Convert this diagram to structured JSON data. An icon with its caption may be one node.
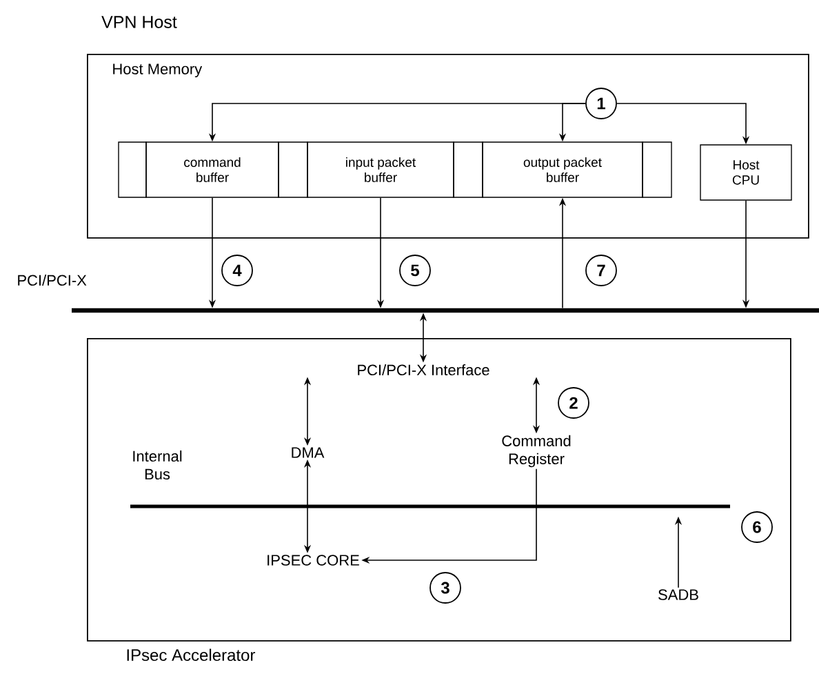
{
  "diagram": {
    "nodes": [
      {
        "text": [
          "Host Memory"
        ]
      },
      {
        "text": [],
        "shape": "box",
        "in": 0
      },
      {
        "text": [
          "command buffer"
        ],
        "in": 0
      },
      {
        "text": [],
        "shape": "box",
        "in": 0
      },
      {
        "text": [
          "input packet buffer"
        ],
        "in": 0
      },
      {
        "text": [],
        "shape": "box",
        "in": 0
      },
      {
        "text": [
          "output packet buffer"
        ],
        "in": 0
      },
      {
        "text": [],
        "shape": "box",
        "in": 0
      },
      {
        "text": [
          "Host CPU"
        ],
        "in": 0
      },
      {
        "text": [
          "1"
        ],
        "in": 0
      },
      {
        "text": [
          "PCI/PCI-X"
        ]
      },
      {
        "text": [
          "IPsec Accelerator"
        ]
      },
      {
        "text": [
          "PCI/PCI-X Interface"
        ],
        "in": 11
      },
      {
        "text": [
          "DMA"
        ],
        "in": 11
      },
      {
        "text": [
          "Command Register"
        ],
        "in": 11
      },
      {
        "text": [
          "Internal Bus"
        ],
        "in": 11
      },
      {
        "text": [
          "IPSEC CORE"
        ],
        "in": 11
      },
      {
        "text": [
          "SADB"
        ],
        "in": 11
      }
    ],
    "edges": [
      {
        "from": 9,
        "to": 2,
        "arrow": "to"
      },
      {
        "from": 9,
        "to": 6,
        "arrow": "to"
      },
      {
        "from": 9,
        "to": 8,
        "arrow": "to"
      },
      {
        "from": 2,
        "to": 10,
        "arrow": "to",
        "label": "4"
      },
      {
        "from": 4,
        "to": 10,
        "arrow": "to",
        "label": "5"
      },
      {
        "from": 10,
        "to": 6,
        "arrow": "to",
        "label": "7"
      },
      {
        "from": 8,
        "to": 10,
        "arrow": "to"
      },
      {
        "from": 10,
        "to": 12,
        "arrow": "both"
      },
      {
        "from": 12,
        "to": 13,
        "arrow": "both"
      },
      {
        "from": 12,
        "to": 14,
        "arrow": "both",
        "label": "2"
      },
      {
        "from": 13,
        "to": 16,
        "arrow": "both"
      },
      {
        "from": 14,
        "to": 16,
        "arrow": "to",
        "label": "3"
      },
      {
        "from": 17,
        "to": 15,
        "arrow": "to",
        "label": "6"
      }
    ],
    "labels": [
      "VPN Host"
    ]
  }
}
